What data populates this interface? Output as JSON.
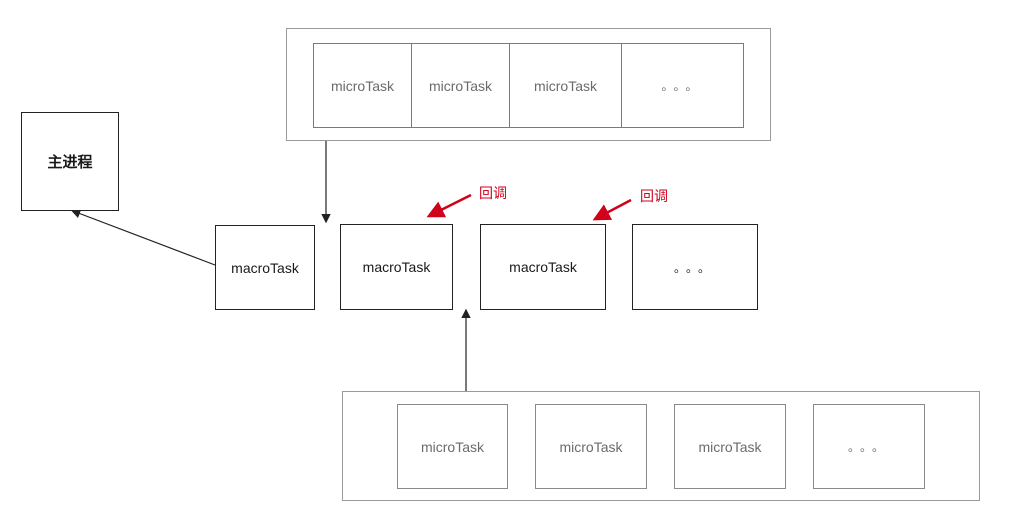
{
  "main_process": {
    "label": "主进程"
  },
  "top_micro_queue": {
    "cells": [
      "microTask",
      "microTask",
      "microTask",
      "。。。"
    ]
  },
  "macro_queue": {
    "cells": [
      "macroTask",
      "macroTask",
      "macroTask",
      "。。。"
    ]
  },
  "bottom_micro_queue": {
    "cells": [
      "microTask",
      "microTask",
      "microTask",
      "。。。"
    ]
  },
  "callbacks": [
    "回调",
    "回调"
  ],
  "colors": {
    "callback_arrow": "#d0021b",
    "stroke": "#222222"
  }
}
